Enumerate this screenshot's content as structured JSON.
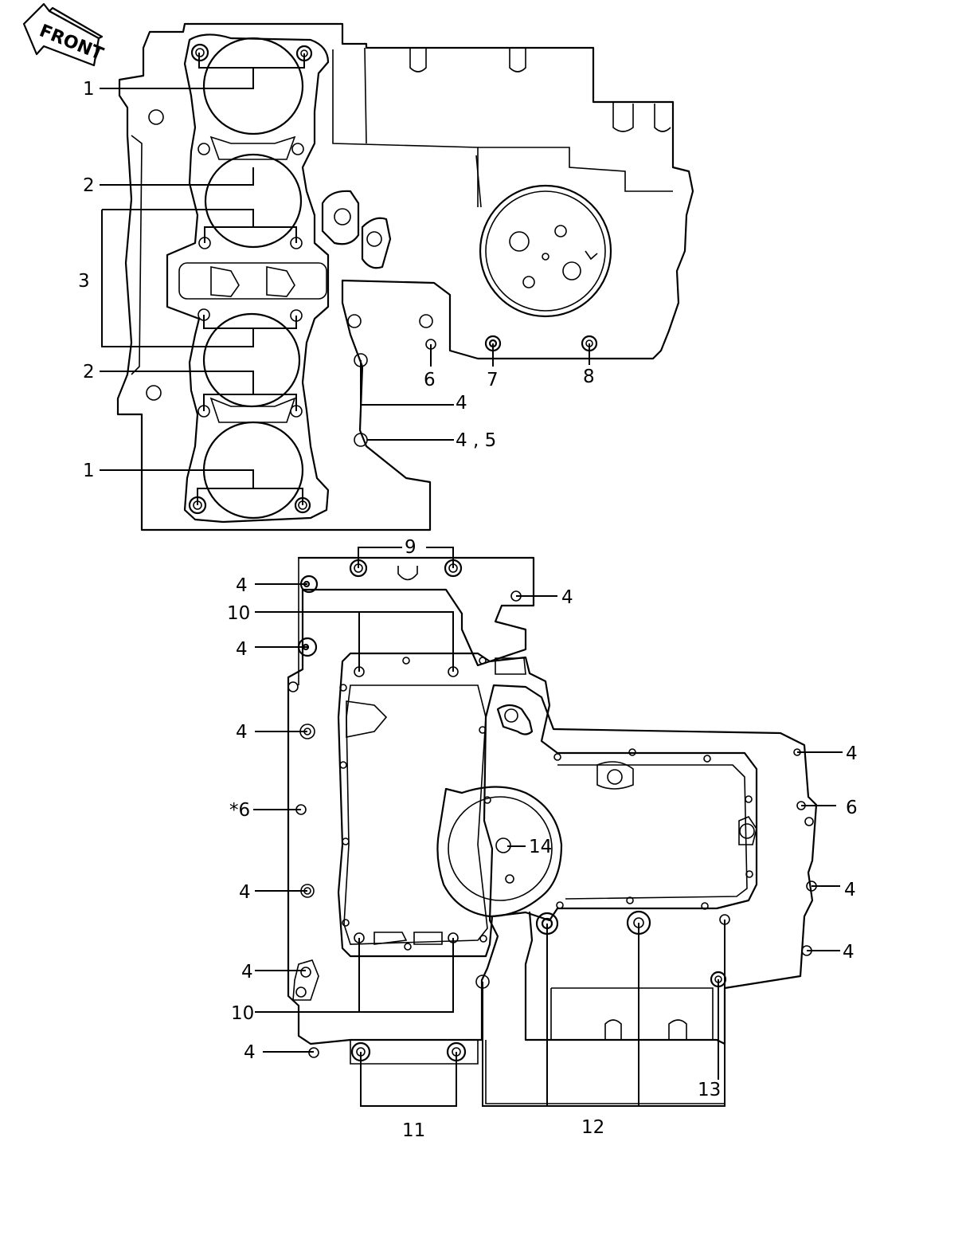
{
  "front_badge": "FRONT",
  "callouts": {
    "c1_top": "1",
    "c2_top": "2",
    "c3": "3",
    "c2_bottom": "2",
    "c1_bottom": "1",
    "c6_upper": "6",
    "c7": "7",
    "c8": "8",
    "c4_upper": "4",
    "c45": "4 , 5",
    "c9": "9",
    "c4_a": "4",
    "c4_b": "4",
    "c10_top": "10",
    "c4_c": "4",
    "c4_d": "4",
    "c6_star": "*6",
    "c4_e": "4",
    "c4_f": "4",
    "c10_bottom": "10",
    "c4_g": "4",
    "c14": "14",
    "c4_r1": "4",
    "c6_right": "6",
    "c4_r2": "4",
    "c4_r3": "4",
    "c13": "13",
    "c11": "11",
    "c12": "12"
  }
}
